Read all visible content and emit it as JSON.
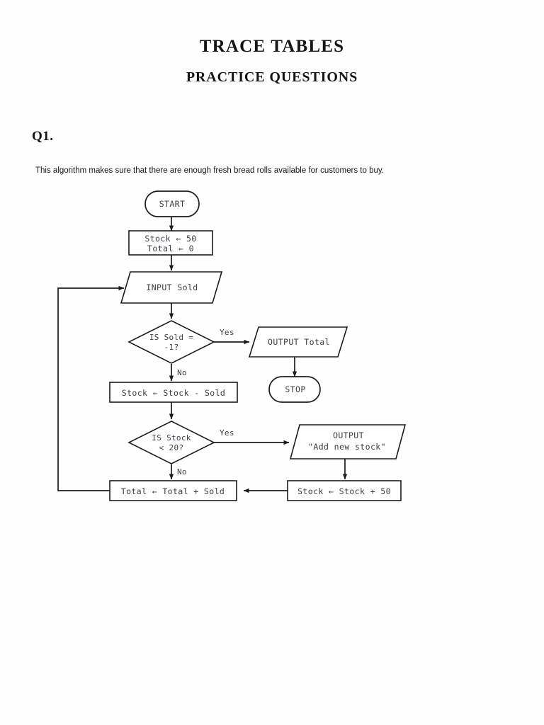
{
  "document": {
    "title": "TRACE TABLES",
    "subtitle": "PRACTICE QUESTIONS",
    "question_number": "Q1.",
    "intro_text": "This algorithm makes sure that there are enough fresh bread rolls available for customers to buy."
  },
  "colors": {
    "page_background": "#fefefe",
    "ink": "#1c1c1c",
    "shape_fill": "#ffffff",
    "mono_text": "#3c3c46",
    "heading": "#151515"
  },
  "flowchart": {
    "nodes": {
      "start": {
        "type": "terminator",
        "label": "START"
      },
      "init": {
        "type": "process",
        "line1": "Stock ← 50",
        "line2": "Total ← 0"
      },
      "input_sold": {
        "type": "input",
        "label": "INPUT Sold"
      },
      "decision_sold": {
        "type": "decision",
        "line1": "IS Sold =",
        "line2": "-1?"
      },
      "output_total": {
        "type": "output",
        "label": "OUTPUT Total"
      },
      "stop": {
        "type": "terminator",
        "label": "STOP"
      },
      "stock_minus": {
        "type": "process",
        "label": "Stock ← Stock - Sold"
      },
      "decision_stock": {
        "type": "decision",
        "line1": "IS Stock",
        "line2": "< 20?"
      },
      "output_add_stock": {
        "type": "output",
        "line1": "OUTPUT",
        "line2": "\"Add new stock\""
      },
      "stock_plus": {
        "type": "process",
        "label": "Stock ← Stock + 50"
      },
      "total_plus": {
        "type": "process",
        "label": "Total ← Total + Sold"
      }
    },
    "branch_labels": {
      "sold_yes": "Yes",
      "sold_no": "No",
      "stock_yes": "Yes",
      "stock_no": "No"
    }
  }
}
